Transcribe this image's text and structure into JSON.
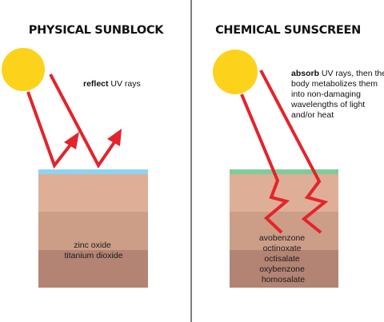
{
  "colors": {
    "sun": "#FDD21A",
    "ray": "#E3242B",
    "divider": "#555555",
    "sunblock_layer": "#8ED4F2",
    "sunscreen_layer": "#7FCB9A",
    "skin_top": "#DFAE96",
    "skin_mid": "#CC9D87",
    "skin_bottom": "#B38473"
  },
  "left": {
    "title": "PHYSICAL SUNBLOCK",
    "note_bold": "reflect",
    "note_rest": " UV rays",
    "ingredients": [
      "zinc oxide",
      "titanium dioxide"
    ]
  },
  "right": {
    "title": "CHEMICAL SUNSCREEN",
    "note_lines": [
      {
        "bold": "absorb",
        "rest": " UV rays, then the"
      },
      {
        "bold": "",
        "rest": "body metabolizes them"
      },
      {
        "bold": "",
        "rest": "into non-damaging"
      },
      {
        "bold": "",
        "rest": "wavelengths of light"
      },
      {
        "bold": "",
        "rest": "and/or heat"
      }
    ],
    "ingredients": [
      "avobenzone",
      "octinoxate",
      "octisalate",
      "oxybenzone",
      "homosalate"
    ]
  }
}
